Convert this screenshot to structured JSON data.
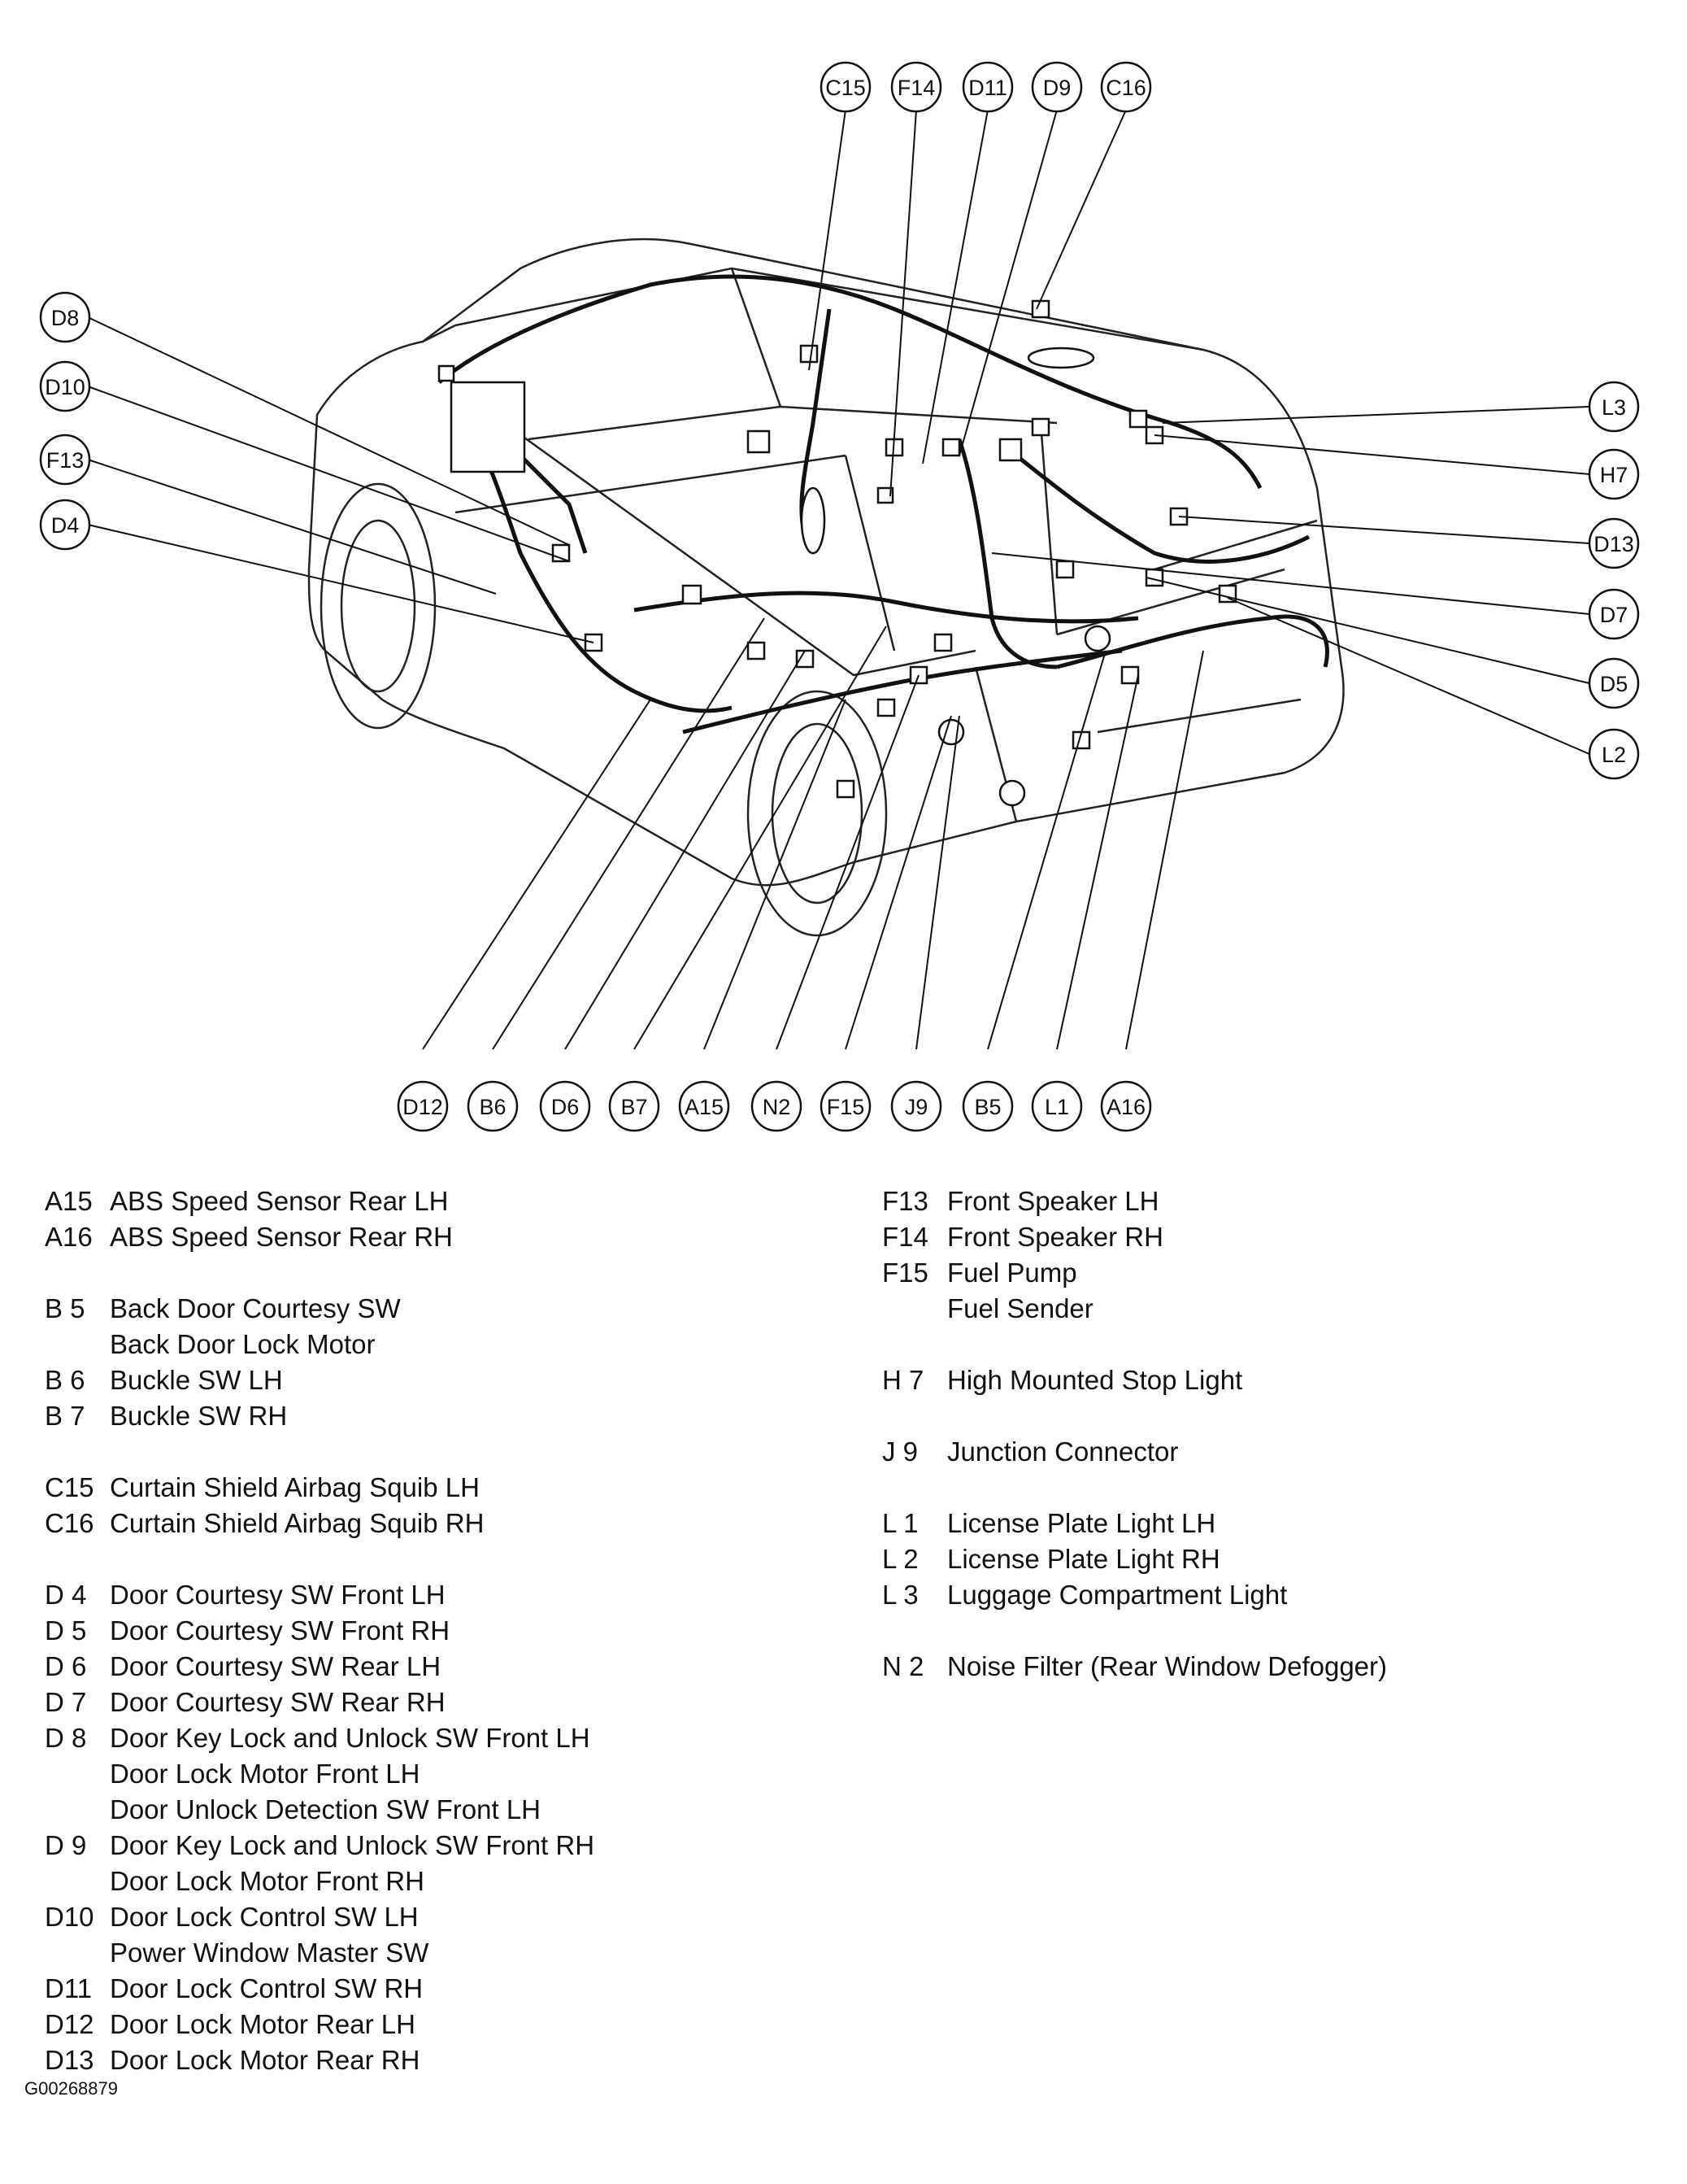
{
  "callouts": {
    "top": [
      "C15",
      "F14",
      "D11",
      "D9",
      "C16"
    ],
    "left": [
      "D8",
      "D10",
      "F13",
      "D4"
    ],
    "right": [
      "L3",
      "H7",
      "D13",
      "D7",
      "D5",
      "L2"
    ],
    "bottom": [
      "D12",
      "B6",
      "D6",
      "B7",
      "A15",
      "N2",
      "F15",
      "J9",
      "B5",
      "L1",
      "A16"
    ]
  },
  "legend_left": [
    {
      "code": "A15",
      "name": "ABS Speed Sensor Rear LH"
    },
    {
      "code": "A16",
      "name": "ABS Speed Sensor Rear RH"
    },
    {
      "code": "",
      "name": ""
    },
    {
      "code": "B 5",
      "name": "Back Door Courtesy SW"
    },
    {
      "code": "",
      "name": "Back Door Lock Motor"
    },
    {
      "code": "B 6",
      "name": "Buckle SW LH"
    },
    {
      "code": "B 7",
      "name": "Buckle SW RH"
    },
    {
      "code": "",
      "name": ""
    },
    {
      "code": "C15",
      "name": "Curtain Shield Airbag Squib LH"
    },
    {
      "code": "C16",
      "name": "Curtain Shield Airbag Squib RH"
    },
    {
      "code": "",
      "name": ""
    },
    {
      "code": "D 4",
      "name": "Door Courtesy SW Front LH"
    },
    {
      "code": "D 5",
      "name": "Door Courtesy SW Front RH"
    },
    {
      "code": "D 6",
      "name": "Door Courtesy SW Rear LH"
    },
    {
      "code": "D 7",
      "name": "Door Courtesy SW Rear RH"
    },
    {
      "code": "D 8",
      "name": "Door Key Lock and Unlock SW Front LH"
    },
    {
      "code": "",
      "name": "Door Lock Motor Front LH"
    },
    {
      "code": "",
      "name": "Door Unlock Detection SW Front LH"
    },
    {
      "code": "D 9",
      "name": "Door Key Lock and Unlock SW Front RH"
    },
    {
      "code": "",
      "name": "Door Lock Motor Front RH"
    },
    {
      "code": "D10",
      "name": "Door Lock Control SW LH"
    },
    {
      "code": "",
      "name": "Power Window Master SW"
    },
    {
      "code": "D11",
      "name": "Door Lock Control SW RH"
    },
    {
      "code": "D12",
      "name": "Door Lock Motor Rear LH"
    },
    {
      "code": "D13",
      "name": "Door Lock Motor Rear RH"
    }
  ],
  "legend_right": [
    {
      "code": "F13",
      "name": "Front Speaker LH"
    },
    {
      "code": "F14",
      "name": "Front Speaker RH"
    },
    {
      "code": "F15",
      "name": "Fuel Pump"
    },
    {
      "code": "",
      "name": "Fuel Sender"
    },
    {
      "code": "",
      "name": ""
    },
    {
      "code": "H 7",
      "name": "High Mounted Stop Light"
    },
    {
      "code": "",
      "name": ""
    },
    {
      "code": "J 9",
      "name": "Junction Connector"
    },
    {
      "code": "",
      "name": ""
    },
    {
      "code": "L 1",
      "name": "License Plate Light LH"
    },
    {
      "code": "L 2",
      "name": "License Plate Light RH"
    },
    {
      "code": "L 3",
      "name": "Luggage Compartment Light"
    },
    {
      "code": "",
      "name": ""
    },
    {
      "code": "N 2",
      "name": "Noise Filter (Rear Window Defogger)"
    }
  ],
  "figure_id": "G00268879"
}
